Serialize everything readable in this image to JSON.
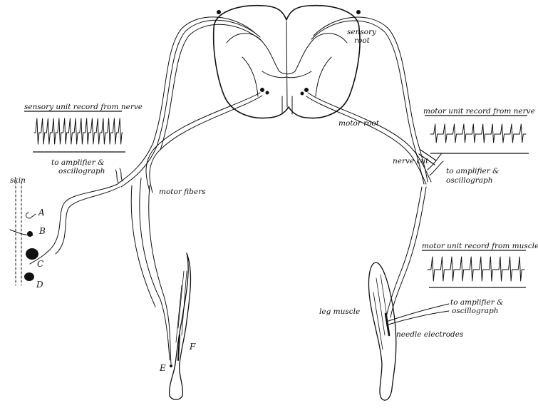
{
  "labels": {
    "sensory_root": [
      "sensory",
      "root"
    ],
    "motor_root": "motor root",
    "sensory_record_nerve": "sensory unit record from nerve",
    "motor_record_nerve": "motor unit record from nerve",
    "motor_record_muscle": "motor unit record from muscle",
    "amp_left": [
      "to amplifier &",
      "oscillograph"
    ],
    "amp_right_nerve": [
      "to amplifier &",
      "oscillograph"
    ],
    "amp_right_muscle": [
      "to amplifier &",
      "oscillograph"
    ],
    "nerve_cut": "nerve cut",
    "motor_fibers": "motor fibers",
    "skin": "skin",
    "leg_muscle": "leg muscle",
    "needle_electrodes": "needle electrodes",
    "point_a": "A",
    "point_b": "B",
    "point_c": "C",
    "point_d": "D",
    "point_e": "E",
    "point_f": "F"
  },
  "traces": {
    "sensory_nerve_spikes": 16,
    "motor_nerve_spikes": 10,
    "motor_muscle_spikes": 10
  }
}
